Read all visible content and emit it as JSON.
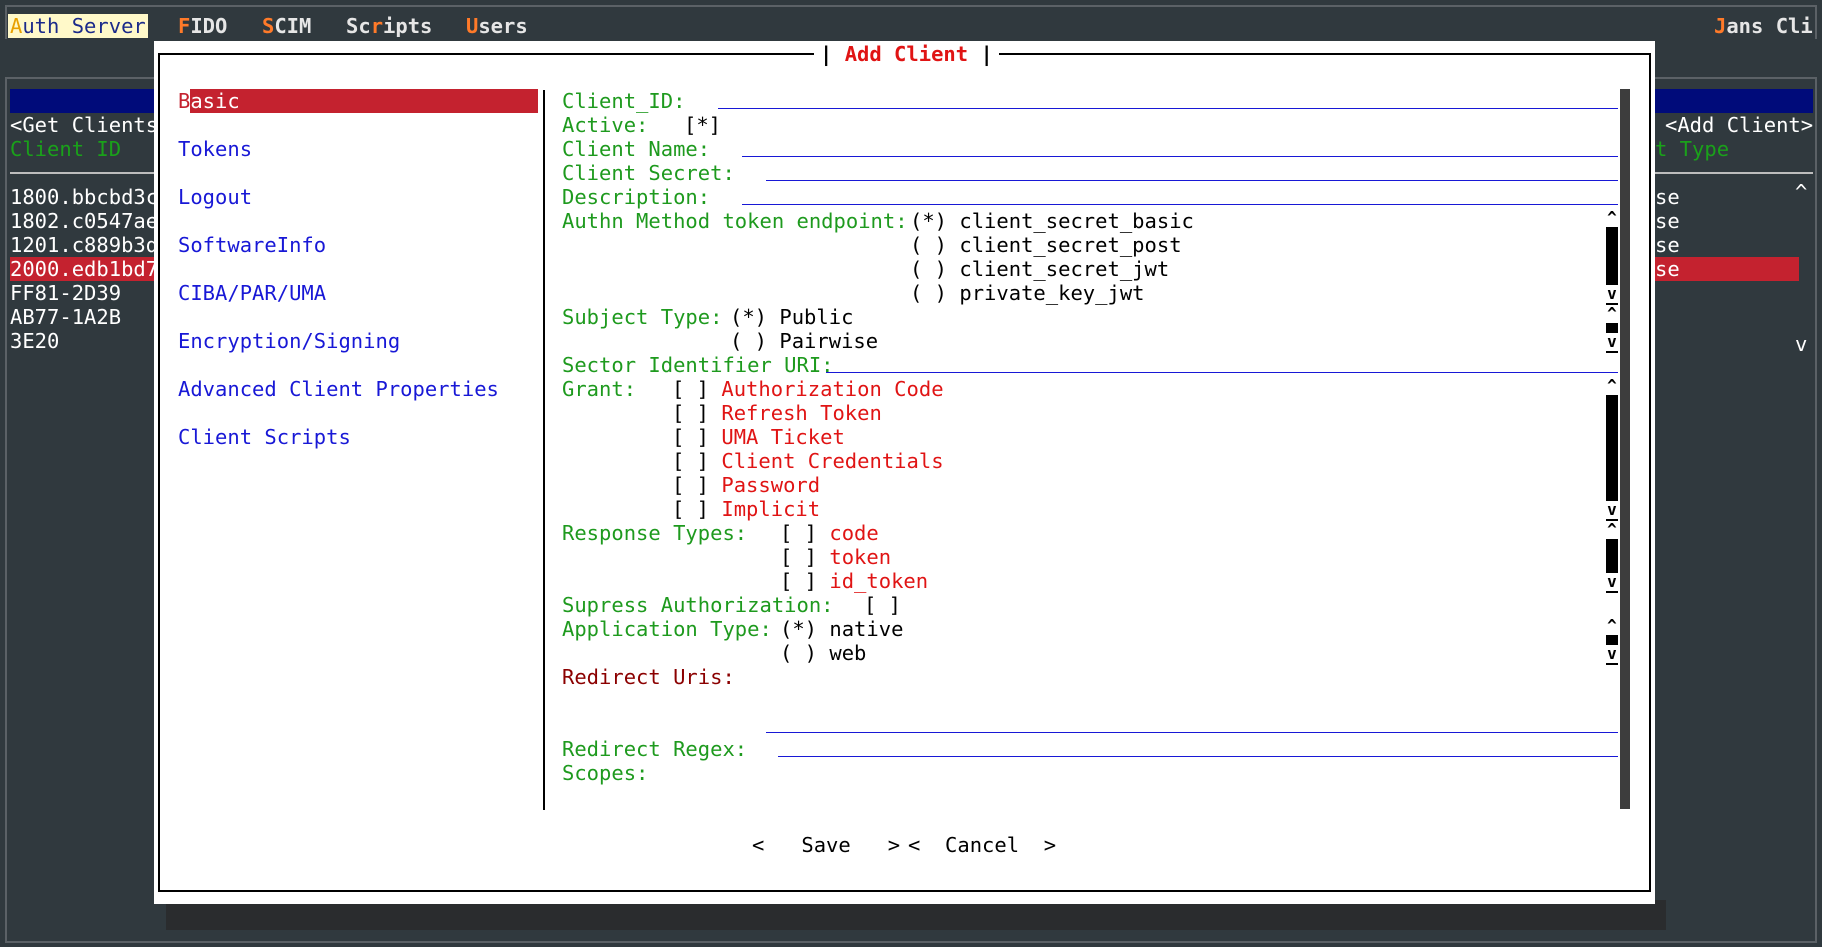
{
  "menu": {
    "auth_server": {
      "hk": "A",
      "rest": "uth Server"
    },
    "fido": {
      "hk": "F",
      "rest": "IDO"
    },
    "scim": {
      "hk": "S",
      "rest": "CIM"
    },
    "scripts": {
      "pre": "Sc",
      "hk": "r",
      "rest": "ipts"
    },
    "users": {
      "hk": "U",
      "rest": "sers"
    },
    "app_title": {
      "hk": "J",
      "rest": "ans Cli"
    }
  },
  "background": {
    "get_clients": "<Get Clients",
    "add_client": "<Add Client>",
    "col_client_id": "Client ID",
    "col_type": "t Type",
    "rows": [
      "1800.bbcbd3c",
      "1802.c0547ae",
      "1201.c889b3d",
      "2000.edb1bd7",
      "FF81-2D39",
      "AB77-1A2B",
      "3E20"
    ],
    "right_rows": [
      "se",
      "se",
      "se",
      "se"
    ],
    "scroll_up": "^",
    "scroll_down": "v"
  },
  "dialog": {
    "title": "Add Client",
    "nav": {
      "basic_first": "B",
      "basic_rest": "asic",
      "tokens": "Tokens",
      "logout": "Logout",
      "softwareinfo": "SoftwareInfo",
      "ciba": "CIBA/PAR/UMA",
      "encryption": "Encryption/Signing",
      "advanced": "Advanced Client Properties",
      "client_scripts": "Client Scripts"
    },
    "form": {
      "client_id_label": "Client_ID:",
      "active_label": "Active:",
      "active_value": "[*]",
      "client_name_label": "Client Name:",
      "client_secret_label": "Client Secret:",
      "description_label": "Description:",
      "authn_label": "Authn Method token endpoint:",
      "authn_options": [
        {
          "mark": "(*)",
          "label": "client_secret_basic"
        },
        {
          "mark": "( )",
          "label": "client_secret_post"
        },
        {
          "mark": "( )",
          "label": "client_secret_jwt"
        },
        {
          "mark": "( )",
          "label": "private_key_jwt"
        }
      ],
      "subject_label": "Subject Type:",
      "subject_options": [
        {
          "mark": "(*)",
          "label": "Public"
        },
        {
          "mark": "( )",
          "label": "Pairwise"
        }
      ],
      "sector_label": "Sector Identifier URI:",
      "grant_label": "Grant:",
      "grant_options": [
        {
          "mark": "[ ]",
          "label": "Authorization Code"
        },
        {
          "mark": "[ ]",
          "label": "Refresh Token"
        },
        {
          "mark": "[ ]",
          "label": "UMA Ticket"
        },
        {
          "mark": "[ ]",
          "label": "Client Credentials"
        },
        {
          "mark": "[ ]",
          "label": "Password"
        },
        {
          "mark": "[ ]",
          "label": "Implicit"
        }
      ],
      "response_label": "Response Types:",
      "response_options": [
        {
          "mark": "[ ]",
          "label": "code"
        },
        {
          "mark": "[ ]",
          "label": "token"
        },
        {
          "mark": "[ ]",
          "label": "id_token"
        }
      ],
      "supress_label": "Supress Authorization:",
      "supress_value": "[ ]",
      "app_type_label": "Application Type:",
      "app_type_options": [
        {
          "mark": "(*)",
          "label": "native"
        },
        {
          "mark": "( )",
          "label": "web"
        }
      ],
      "redirect_uris_label": "Redirect Uris:",
      "redirect_regex_label": "Redirect Regex:",
      "scopes_label": "Scopes:"
    },
    "buttons": {
      "save": "<   Save   >",
      "cancel": "<  Cancel  >"
    },
    "scroll_up": "^",
    "scroll_down": "v"
  }
}
